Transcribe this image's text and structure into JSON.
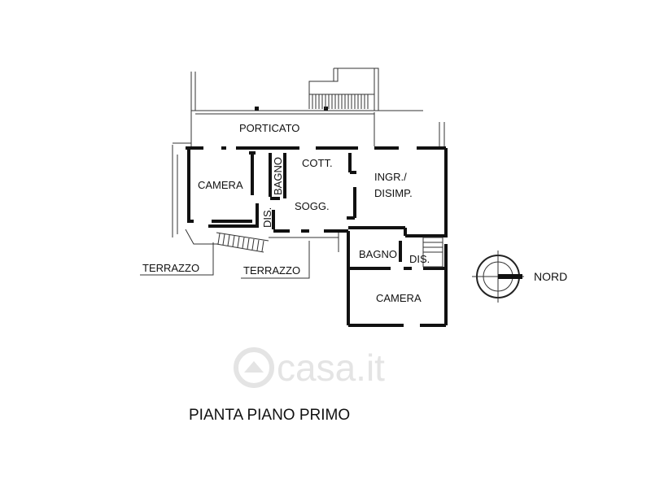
{
  "plan": {
    "title": "PIANTA PIANO PRIMO",
    "north_label": "NORD",
    "watermark": "casa.it",
    "rooms": {
      "porticato": "PORTICATO",
      "camera_west": "CAMERA",
      "bagno_upper": "BAGNO",
      "cottura": "COTT.",
      "ingresso_line1": "INGR./",
      "ingresso_line2": "DISIMP.",
      "disimpegno_upper": "DIS.",
      "soggiorno": "SOGG.",
      "bagno_lower": "BAGNO",
      "disimpegno_lower": "DIS.",
      "camera_lower": "CAMERA",
      "terrazzo_west": "TERRAZZO",
      "terrazzo_center": "TERRAZZO"
    }
  }
}
